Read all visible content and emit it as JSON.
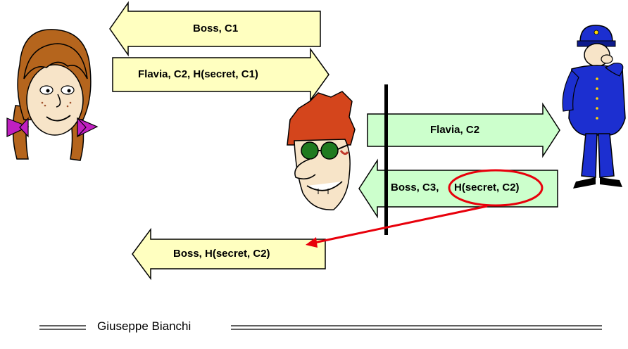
{
  "messages": {
    "boss_c1": "Boss, C1",
    "flavia_c2_hash_c1": "Flavia, C2, H(secret, C1)",
    "flavia_c2": "Flavia, C2",
    "boss_c3_prefix": "Boss, C3,",
    "hash_secret_c2": "H(secret, C2)",
    "boss_hash_c2": "Boss, H(secret, C2)"
  },
  "footer": {
    "author": "Giuseppe Bianchi"
  },
  "colors": {
    "yellow_arrow": "#ffffc0",
    "green_arrow": "#ccffcc",
    "highlight_red": "#e8000b",
    "uniform_blue": "#1c2fd0"
  }
}
